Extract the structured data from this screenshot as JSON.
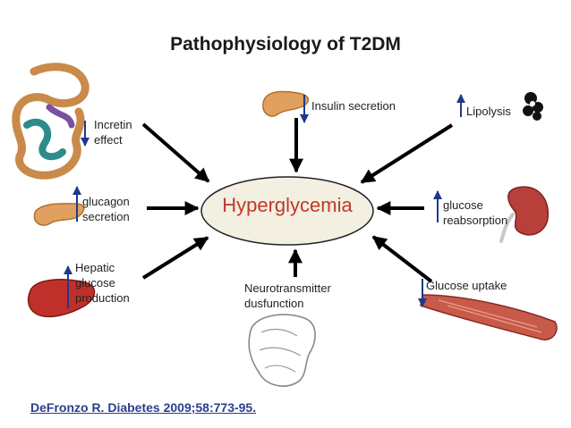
{
  "title": "Pathophysiology of T2DM",
  "center": "Hyperglycemia",
  "factors": {
    "incretin": [
      "Incretin",
      "effect"
    ],
    "insulin": [
      "Insulin secretion"
    ],
    "lipolysis": [
      "Lipolysis"
    ],
    "glucagon": [
      "glucagon",
      "secretion"
    ],
    "glucose_reabsorption": [
      "glucose",
      "reabsorption"
    ],
    "hepatic": [
      "Hepatic",
      "glucose",
      "production"
    ],
    "neurotransmitter": [
      "Neurotransmitter",
      "dusfunction"
    ],
    "glucose_uptake": [
      "Glucose uptake"
    ]
  },
  "reference": "DeFronzo R. Diabetes 2009;58:773-95.",
  "colors": {
    "ellipse_fill": "#f3efe1",
    "hyperglycemia_text": "#c0392b",
    "indicator_arrow": "#1f3a8a",
    "reference_text": "#2a3f8f"
  }
}
